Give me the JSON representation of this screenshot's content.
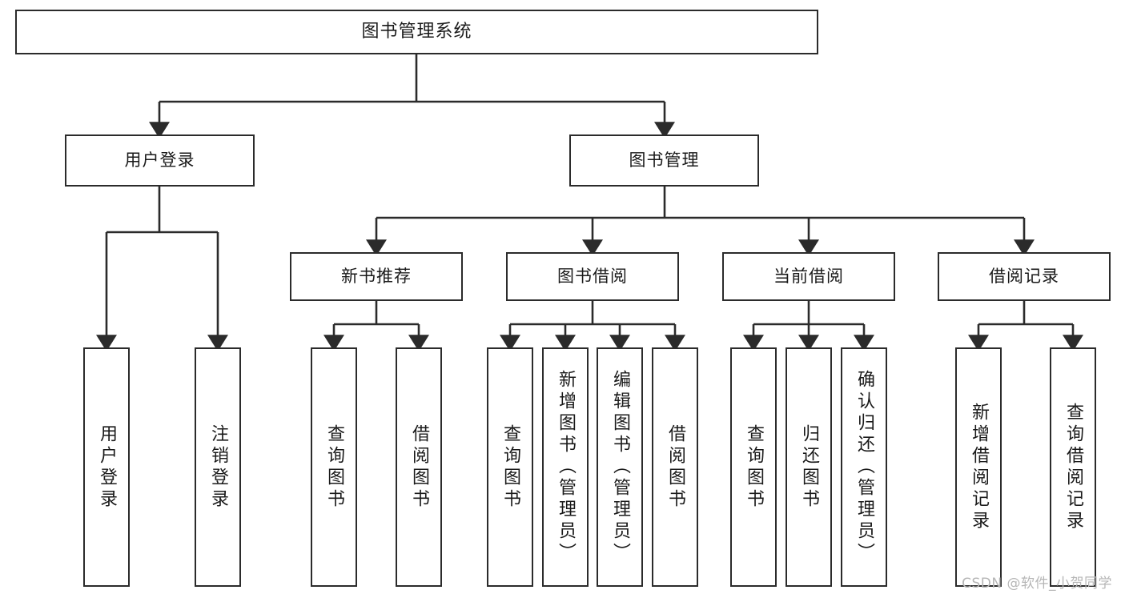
{
  "diagram": {
    "type": "tree",
    "title": "图书管理系统",
    "watermark": "CSDN @软件_小贺同学",
    "root": {
      "label": "图书管理系统"
    },
    "level2": [
      {
        "label": "用户登录"
      },
      {
        "label": "图书管理"
      }
    ],
    "level3": [
      {
        "label": "新书推荐"
      },
      {
        "label": "图书借阅"
      },
      {
        "label": "当前借阅"
      },
      {
        "label": "借阅记录"
      }
    ],
    "leaves": {
      "user_login": [
        {
          "label": "用户登录"
        },
        {
          "label": "注销登录"
        }
      ],
      "new_book_recommend": [
        {
          "label": "查询图书"
        },
        {
          "label": "借阅图书"
        }
      ],
      "book_borrow": [
        {
          "label": "查询图书"
        },
        {
          "label": "新增图书（管理员）"
        },
        {
          "label": "编辑图书（管理员）"
        },
        {
          "label": "借阅图书"
        }
      ],
      "current_borrow": [
        {
          "label": "查询图书"
        },
        {
          "label": "归还图书"
        },
        {
          "label": "确认归还（管理员）"
        }
      ],
      "borrow_record": [
        {
          "label": "新增借阅记录"
        },
        {
          "label": "查询借阅记录"
        }
      ]
    },
    "colors": {
      "stroke": "#2b2b2b",
      "fill": "#ffffff",
      "text": "#1a1a1a",
      "watermark": "#b6b6b6"
    }
  }
}
